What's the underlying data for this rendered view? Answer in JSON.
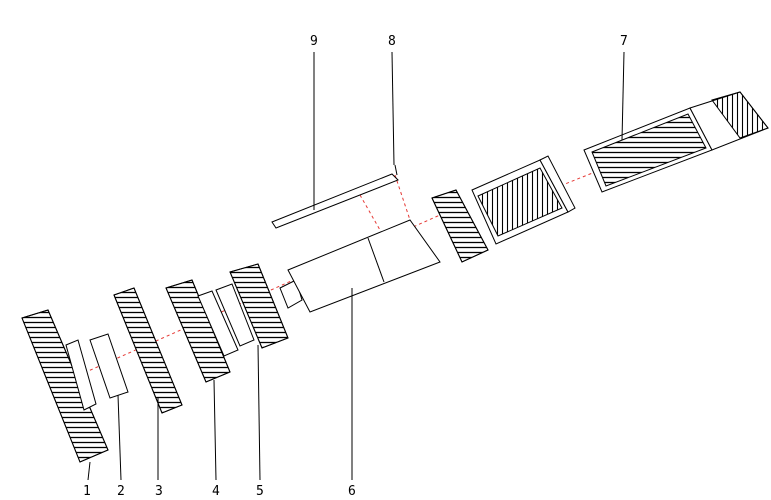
{
  "diagram": {
    "callouts": [
      "1",
      "2",
      "3",
      "4",
      "5",
      "6",
      "7",
      "8",
      "9"
    ],
    "colors": {
      "outline": "#000000",
      "axis": "#e53935",
      "background": "#ffffff"
    }
  }
}
